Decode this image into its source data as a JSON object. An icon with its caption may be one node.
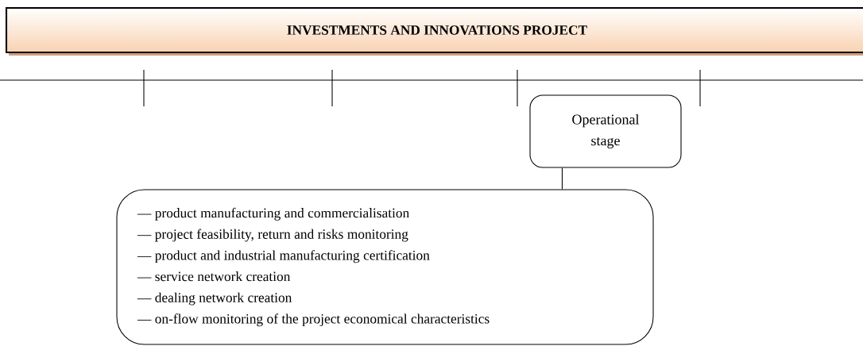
{
  "diagram": {
    "nodes": [
      {
        "text": [
          "INVESTMENTS AND INNOVATIONS PROJECT"
        ]
      },
      {
        "text": [
          "Operational stage"
        ]
      },
      {
        "text": [
          "— product manufacturing and commercialisation",
          "— project feasibility, return and risks monitoring",
          "— product and industrial manufacturing certification",
          "— service network creation",
          "— dealing network creation",
          "— on-flow monitoring of the project economical characteristics"
        ]
      }
    ],
    "edges": [
      {
        "from": 1,
        "to": 2,
        "arrow": "none"
      }
    ]
  }
}
